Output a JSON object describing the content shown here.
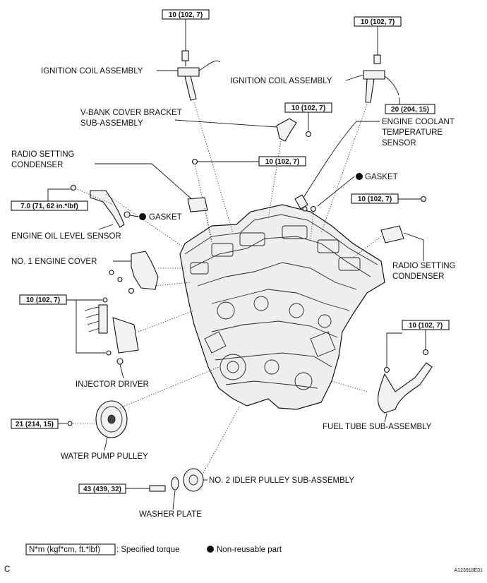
{
  "labels": {
    "ignition_coil_left": "IGNITION COIL ASSEMBLY",
    "ignition_coil_right": "IGNITION COIL ASSEMBLY",
    "vbank_line1": "V-BANK COVER BRACKET",
    "vbank_line2": "SUB-ASSEMBLY",
    "coolant_line1": "ENGINE COOLANT",
    "coolant_line2": "TEMPERATURE",
    "coolant_line3": "SENSOR",
    "radio_left_line1": "RADIO SETTING",
    "radio_left_line2": "CONDENSER",
    "gasket_right": "GASKET",
    "gasket_left": "GASKET",
    "oil_level_sensor": "ENGINE OIL LEVEL SENSOR",
    "engine_cover": "NO. 1 ENGINE COVER",
    "radio_right_line1": "RADIO SETTING",
    "radio_right_line2": "CONDENSER",
    "injector_driver": "INJECTOR DRIVER",
    "fuel_tube": "FUEL TUBE SUB-ASSEMBLY",
    "water_pump_pulley": "WATER PUMP PULLEY",
    "idler_pulley": "NO. 2 IDLER PULLEY SUB-ASSEMBLY",
    "washer_plate": "WASHER PLATE"
  },
  "torques": {
    "coil_left": "10 (102, 7)",
    "coil_right": "10 (102, 7)",
    "bracket": "10 (102, 7)",
    "coil_right_nut": "20 (204, 15)",
    "bolt_center": "10 (102, 7)",
    "oil_sensor": "7.0 (71, 62 in.*lbf)",
    "condenser_right": "10 (102, 7)",
    "injector_driver": "10 (102, 7)",
    "fuel_tube": "10 (102, 7)",
    "water_pump": "21 (214, 15)",
    "idler": "43 (439, 32)"
  },
  "legend": {
    "unit_box": "N*m (kgf*cm, ft.*lbf)",
    "unit_text": ": Specified torque",
    "nonreusable": "Non-reusable part"
  },
  "footer": {
    "code": "C",
    "figure_id": "A123918E01"
  },
  "icons": {
    "nonreusable_marker": "filled-circle-icon"
  }
}
